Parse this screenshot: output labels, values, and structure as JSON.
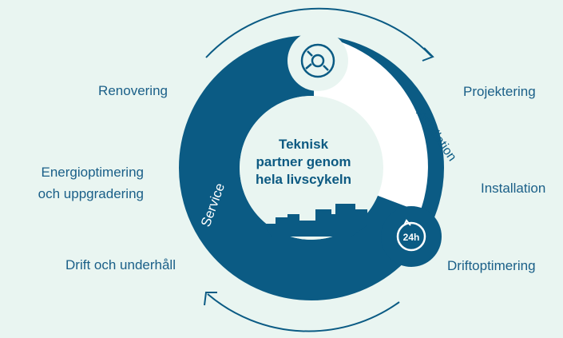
{
  "center_text": [
    "Teknisk",
    "partner genom",
    "hela livscykeln"
  ],
  "ring_labels": {
    "installation": "Installation",
    "service": "Service"
  },
  "left_labels": [
    {
      "text": "Renovering"
    },
    {
      "text": "Energioptimering\noch uppgradering"
    },
    {
      "text": "Drift och underhåll"
    }
  ],
  "right_labels": [
    {
      "text": "Projektering"
    },
    {
      "text": "Installation"
    },
    {
      "text": "Driftoptimering"
    }
  ],
  "badge_24h": "24h",
  "colors": {
    "background": "#e9f5f1",
    "ring_dark": "#0b5b84",
    "ring_light": "#ffffff",
    "label_text": "#1a5f88",
    "arrow": "#0b5b84"
  },
  "icons": {
    "top": "tool-gear-icon",
    "bottom": "24h-clock-icon"
  }
}
